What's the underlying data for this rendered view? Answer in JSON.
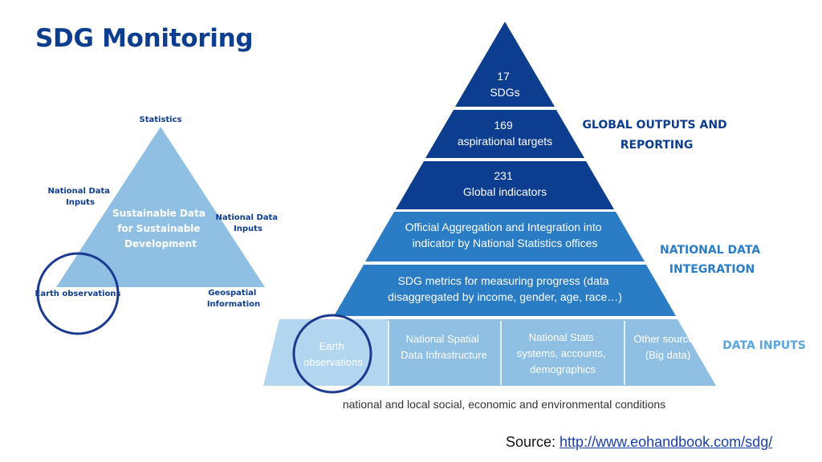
{
  "title": "SDG Monitoring",
  "small_triangle": {
    "center_label": [
      "Sustainable Data",
      "for Sustainable",
      "Development"
    ],
    "top": "Statistics",
    "left": [
      "National Data",
      "Inputs"
    ],
    "right": [
      "National Data",
      "Inputs"
    ],
    "bottom_left": "Earth observations",
    "bottom_right": [
      "Geospatial",
      "Information"
    ]
  },
  "pyramid": {
    "tier1": [
      "17",
      "SDGs"
    ],
    "tier2": [
      "169",
      "aspirational targets"
    ],
    "tier3": [
      "231",
      "Global indicators"
    ],
    "tier4": [
      "Official Aggregation and Integration into",
      "indicator by National Statistics offices"
    ],
    "tier5": [
      "SDG metrics for measuring progress (data",
      "disaggregated by income, gender, age, race…)"
    ],
    "inputs": [
      [
        "Earth",
        "observations"
      ],
      [
        "National Spatial",
        "Data Infrastructure"
      ],
      [
        "National Stats",
        "systems, accounts,",
        "demographics"
      ],
      [
        "Other sources",
        "(Big data)"
      ]
    ],
    "base_caption": "national and local social, economic and environmental  conditions"
  },
  "side_labels": {
    "global": [
      "GLOBAL OUTPUTS AND",
      "REPORTING"
    ],
    "national": [
      "NATIONAL DATA",
      "INTEGRATION"
    ],
    "inputs": "DATA INPUTS"
  },
  "source": {
    "prefix": "Source: ",
    "link": "http://www.eohandbook.com/sdg/"
  },
  "colors": {
    "dark_blue": "#0d3d8f",
    "mid_blue": "#2a7cc4",
    "light_blue": "#8fc0e4",
    "pale_blue": "#b2d6ef",
    "circle": "#1a3a8f"
  }
}
